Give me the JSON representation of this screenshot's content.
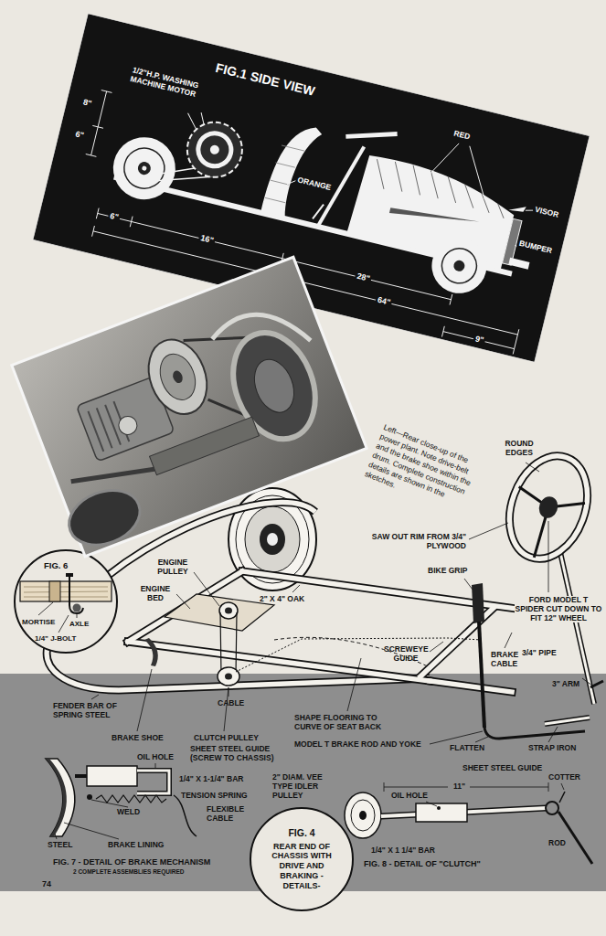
{
  "diagram": {
    "caption": "Left—Rear close-up of the power plant. Note drive-belt and the brake shoe within the drum. Complete construction details are shown in the sketches.",
    "nodes": [
      {
        "text": [
          "FIG.1 SIDE VIEW",
          "1/2\"H.P. WASHING MACHINE MOTOR",
          "8\"",
          "6\"",
          "6\"",
          "16\"",
          "28\"",
          "64\"",
          "9\"",
          "ORANGE",
          "RED",
          "VISOR",
          "BUMPER"
        ]
      },
      {
        "text": [
          "FIG. 6",
          "MORTISE",
          "AXLE",
          "1/4\" J-BOLT"
        ]
      },
      {
        "text": [
          "FIG. 4",
          "REAR END OF CHASSIS WITH DRIVE AND BRAKING -DETAILS-"
        ]
      }
    ],
    "labels": [
      "ROUND EDGES",
      "SAW OUT RIM FROM 3/4\" PLYWOOD",
      "FORD MODEL T SPIDER CUT DOWN TO FIT 12\" WHEEL",
      "BIKE GRIP",
      "3/4\" PIPE",
      "ENGINE PULLEY",
      "ENGINE BED",
      "2\" X 4\" OAK",
      "SCREWEYE GUIDE",
      "BRAKE CABLE",
      "3\" ARM",
      "CABLE",
      "FENDER BAR OF SPRING STEEL",
      "BRAKE SHOE",
      "CLUTCH PULLEY",
      "SHAPE FLOORING TO CURVE OF SEAT BACK",
      "MODEL T BRAKE ROD AND YOKE",
      "FLATTEN",
      "STRAP IRON",
      "OIL HOLE",
      "SHEET STEEL GUIDE (SCREW TO CHASSIS)",
      "1/4\" X 1-1/4\" BAR",
      "2\" DIAM. VEE TYPE IDLER PULLEY",
      "TENSION SPRING",
      "WELD",
      "FLEXIBLE CABLE",
      "STEEL",
      "BRAKE LINING",
      "FIG. 7 - DETAIL OF BRAKE MECHANISM",
      "2 COMPLETE ASSEMBLIES REQUIRED",
      "74",
      "OIL HOLE",
      "SHEET STEEL GUIDE",
      "11\"",
      "COTTER",
      "1/4\" X 1 1/4\" BAR",
      "ROD",
      "FIG. 8 - DETAIL OF \"CLUTCH\""
    ]
  }
}
